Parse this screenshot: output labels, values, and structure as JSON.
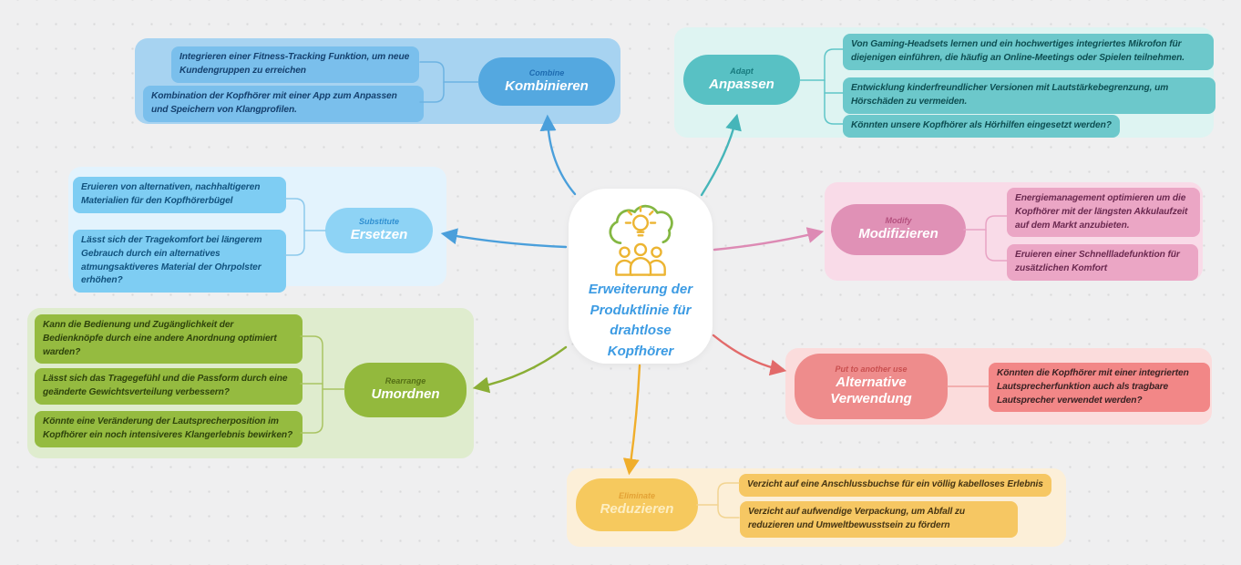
{
  "canvas": {
    "background": "#efeff0",
    "dot_color": "#d9d9da"
  },
  "center": {
    "title": "Erweiterung der Produktlinie für drahtlose Kopfhörer",
    "colors": {
      "background": "#ffffff",
      "text": "#3c9be3",
      "icon_cloud": "#84b742",
      "icon_accent": "#ecb431"
    }
  },
  "branches": [
    {
      "id": "combine",
      "label_en": "Combine",
      "label_de": "Kombinieren",
      "items": [
        "Integrieren einer Fitness-Tracking Funktion, um neue Kundengruppen zu erreichen",
        "Kombination der Kopfhörer mit einer App zum Anpassen und Speichern von Klangprofilen."
      ],
      "colors": {
        "container": "#a7d3f1",
        "node": "#54a8e0",
        "item_bg": "#7abfec",
        "item_text": "#14406e",
        "line": "#4a9fdb",
        "bracket": "#6db3e2",
        "label_small": "#1d6bb0",
        "label_main": "#ffffff"
      }
    },
    {
      "id": "adapt",
      "label_en": "Adapt",
      "label_de": "Anpassen",
      "items": [
        "Von Gaming-Headsets lernen und ein hochwertiges integriertes Mikrofon für diejenigen einführen, die häufig an Online-Meetings oder Spielen teilnehmen.",
        "Entwicklung kinderfreundlicher Versionen mit Lautstärkebegrenzung, um Hörschäden zu vermeiden.",
        "Könnten unsere Kopfhörer als Hörhilfen eingesetzt werden?"
      ],
      "colors": {
        "container": "#def4f2",
        "node": "#58c1c4",
        "item_bg": "#6cc8cb",
        "item_text": "#0d4e52",
        "line": "#45b5b9",
        "bracket": "#5fc5c8",
        "label_small": "#177a7e",
        "label_main": "#ffffff"
      }
    },
    {
      "id": "substitute",
      "label_en": "Substitute",
      "label_de": "Ersetzen",
      "items": [
        "Eruieren von alternativen, nachhaltigeren Materialien für den Kopfhörerbügel",
        "Lässt sich der Tragekomfort bei längerem Gebrauch durch ein alternatives atmungsaktiveres Material der Ohrpolster erhöhen?"
      ],
      "colors": {
        "container": "#e3f3fd",
        "node": "#8ed3f5",
        "item_bg": "#7ecdf3",
        "item_text": "#11527e",
        "line": "#4a9fdb",
        "bracket": "#8cc9ec",
        "label_small": "#2f8fd1",
        "label_main": "#ffffff"
      }
    },
    {
      "id": "modify",
      "label_en": "Modify",
      "label_de": "Modifizieren",
      "items": [
        "Energiemanagement optimieren um die Kopfhörer mit der längsten Akkulaufzeit auf dem Markt anzubieten.",
        "Eruieren einer Schnellladefunktion für zusätzlichen Komfort"
      ],
      "colors": {
        "container": "#f9dbe8",
        "node": "#e091b6",
        "item_bg": "#eba6c5",
        "item_text": "#6b2950",
        "line": "#dd8ab4",
        "bracket": "#e8a3c4",
        "label_small": "#b5517f",
        "label_main": "#ffffff"
      }
    },
    {
      "id": "rearrange",
      "label_en": "Rearrange",
      "label_de": "Umordnen",
      "items": [
        "Kann die Bedienung und Zugänglichkeit der Bedienknöpfe durch eine andere Anordnung optimiert warden?",
        "Lässt sich das Tragegefühl und die Passform durch eine geänderte Gewichtsverteilung verbessern?",
        "Könnte eine Veränderung der Lautsprecherposition im Kopfhörer ein noch intensiveres Klangerlebnis bewirken?"
      ],
      "colors": {
        "container": "#dfecce",
        "node": "#93b93d",
        "item_bg": "#95bb40",
        "item_text": "#2e430b",
        "line": "#8aae35",
        "bracket": "#a9c362",
        "label_small": "#546f15",
        "label_main": "#ffffff"
      }
    },
    {
      "id": "put-to-another-use",
      "label_en": "Put to another use",
      "label_de": "Alternative Verwendung",
      "items": [
        "Könnten die Kopfhörer mit einer integrierten Lautsprecherfunktion auch als tragbare Lautsprecher verwendet werden?"
      ],
      "colors": {
        "container": "#fbdcdc",
        "node": "#ee8c8c",
        "item_bg": "#f28787",
        "item_text": "#3a2224",
        "line": "#e26a6a",
        "bracket": "#f0a0a0",
        "label_small": "#c94f4f",
        "label_main": "#ffffff"
      }
    },
    {
      "id": "eliminate",
      "label_en": "Eliminate",
      "label_de": "Reduzieren",
      "items": [
        "Verzicht auf eine Anschlussbuchse für ein völlig kabelloses Erlebnis",
        "Verzicht auf aufwendige Verpackung, um Abfall zu reduzieren und Umweltbewusstsein zu fördern"
      ],
      "colors": {
        "container": "#fcefd8",
        "node": "#f6c95e",
        "item_bg": "#f6c763",
        "item_text": "#453413",
        "line": "#f0ae2b",
        "bracket": "#f2d491",
        "label_small": "#e3a235",
        "label_main": "#fdeec2"
      }
    }
  ]
}
